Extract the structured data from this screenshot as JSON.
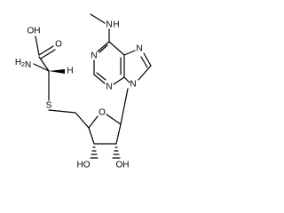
{
  "atoms": {
    "oh_acid": "OH",
    "o_carbonyl": "O",
    "h2n": "H2N",
    "h_chiral": "H",
    "s": "S",
    "o_ring": "O",
    "ho_left": "HO",
    "oh_right": "OH",
    "nh_methyl": "N",
    "h_on_n": "H",
    "n1": "N",
    "n3": "N",
    "n7": "N",
    "n9": "N"
  }
}
